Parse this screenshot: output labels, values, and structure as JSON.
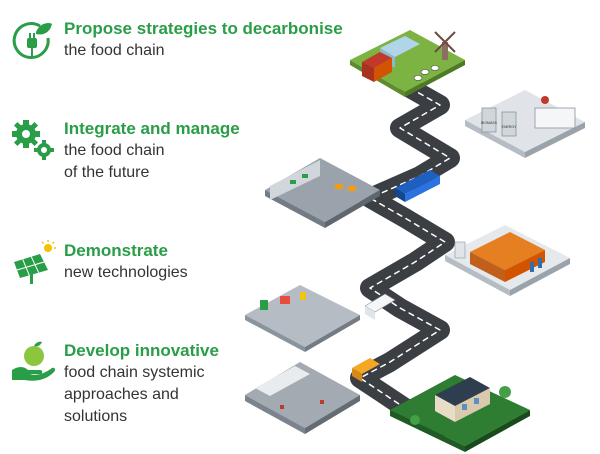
{
  "colors": {
    "accent": "#2a9d48",
    "road": "#3b3f44",
    "text": "#333333"
  },
  "items": [
    {
      "icon": "plug-leaf-icon",
      "title": "Propose strategies to decarbonise",
      "lines": [
        "the food chain"
      ]
    },
    {
      "icon": "gears-icon",
      "title": "Integrate and manage",
      "lines": [
        "the food chain",
        "of the future"
      ]
    },
    {
      "icon": "solar-panel-icon",
      "title": "Demonstrate",
      "lines": [
        "new technologies"
      ]
    },
    {
      "icon": "hand-apple-icon",
      "title": "Develop innovative",
      "lines": [
        "food chain systemic",
        "approaches and",
        "solutions"
      ]
    }
  ],
  "illustration": {
    "signs": [
      "BIOMASS",
      "ENERGY"
    ]
  }
}
